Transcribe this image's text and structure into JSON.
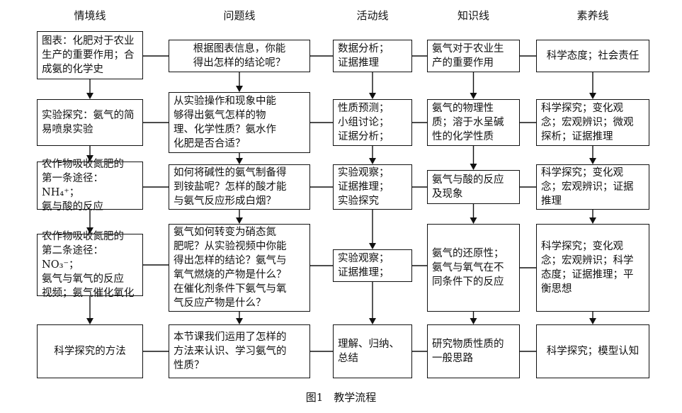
{
  "headers": [
    "情境线",
    "问题线",
    "活动线",
    "知识线",
    "素养线"
  ],
  "rows": [
    [
      "图表：化肥对于农业\n生产的重要作用；合\n成氨的化学史",
      "根据图表信息，你能\n得出怎样的结论呢？",
      "数据分析；\n证据推理",
      "氨气对于农业生\n产的重要作用",
      "科学态度；社会责任"
    ],
    [
      "实验探究：氨气的简\n易喷泉实验",
      "从实验操作和现象中能\n够得出氨气怎样的物\n理、化学性质？氨水作\n化肥是否合适？",
      "性质预测；\n小组讨论；\n证据分析；",
      "氨气的物理性\n质；溶于水呈碱\n性的化学性质",
      "科学探究；变化观\n念；宏观辨识；微观\n探析；证据推理"
    ],
    [
      "农作物吸收氮肥的\n第一条途径：NH₄⁺；\n氨与酸的反应",
      "如何将碱性的氨气制备得\n到铵盐呢？怎样的酸才能\n与氨气反应形成白烟？",
      "实验观察；\n证据推理；\n实验探究",
      "氨气与酸的反应\n及现象",
      "科学探究；变化观\n念；宏观辨识；证据\n推理"
    ],
    [
      "农作物吸收氮肥的\n第二条途径：NO₃⁻；\n氨气与氧气的反应\n视频；氨气催化氧化",
      "氨气如何转变为硝态氮\n肥呢？从实验视频中你能\n得出怎样的结论？氨气与\n氧气燃烧的产物是什么？\n在催化剂条件下氨气与氧\n气反应产物是什么？",
      "实验观察；\n证据推理；",
      "氨气的还原性；\n氨气与氧气在不\n同条件下的反应",
      "科学探究；变化观\n念；宏观辨识；科学\n态度；证据推理；平\n衡思想"
    ],
    [
      "科学探究的方法",
      "本节课我们运用了怎样的\n方法来认识、学习氨气的\n性质？",
      "理解、归纳、\n总结",
      "研究物质性质的\n一般思路",
      "科学探究；模型认知"
    ]
  ],
  "caption": "图1　教学流程"
}
